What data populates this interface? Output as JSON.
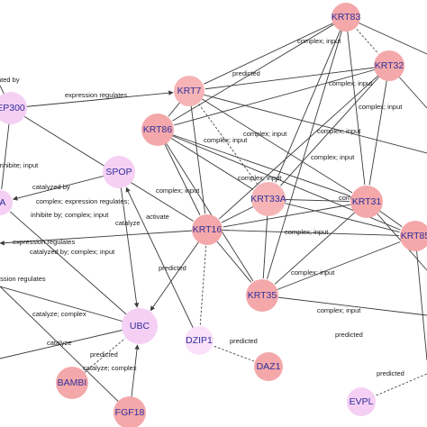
{
  "colors": {
    "keratin": "#f4a8aa",
    "keratin_light": "#f6b4b6",
    "other": "#f6d0f4",
    "other_light": "#fbe2fa",
    "edge": "#3a3a3a",
    "label_text": "#2f2f9a"
  },
  "nodes": [
    {
      "id": "KRT83",
      "label": "KRT83"
    },
    {
      "id": "KRT32",
      "label": "KRT32"
    },
    {
      "id": "KRT7",
      "label": "KRT7"
    },
    {
      "id": "KRT86",
      "label": "KRT86"
    },
    {
      "id": "EP300",
      "label": "EP300"
    },
    {
      "id": "SPOP",
      "label": "SPOP"
    },
    {
      "id": "KRT33A",
      "label": "KRT33A"
    },
    {
      "id": "KRT31",
      "label": "KRT31"
    },
    {
      "id": "KRT16",
      "label": "KRT16"
    },
    {
      "id": "KRT85",
      "label": "KRT85"
    },
    {
      "id": "KRT35",
      "label": "KRT35"
    },
    {
      "id": "UBC",
      "label": "UBC"
    },
    {
      "id": "DZIP1",
      "label": "DZIP1"
    },
    {
      "id": "DAZ1",
      "label": "DAZ1"
    },
    {
      "id": "BAMBI",
      "label": "BAMBI"
    },
    {
      "id": "FGF18",
      "label": "FGF18"
    },
    {
      "id": "EVPL",
      "label": "EVPL"
    },
    {
      "id": "TA",
      "label": "TA"
    }
  ],
  "edge_labels": [
    "ated by",
    "expression regulates",
    "predicted",
    "complex; input",
    "complex; input",
    "complex; input",
    "inhibite; input",
    "complex; input",
    "complex; input",
    "complex; input",
    "complex; input",
    "complex; input",
    "complex; input",
    "catalyzed by",
    "complex; expression regulates;",
    "inhibite by; complex; input",
    "catalyze",
    "activate",
    "expression regulates",
    "catalyzed by; complex; input",
    "predicted",
    "ession regulates",
    "catalyze; complex",
    "catalyze",
    "predicted",
    "catalyze; complex",
    "predicted",
    "complex; input",
    "complex; input",
    "complex; input",
    "complex; input",
    "predicted",
    "predicted"
  ]
}
